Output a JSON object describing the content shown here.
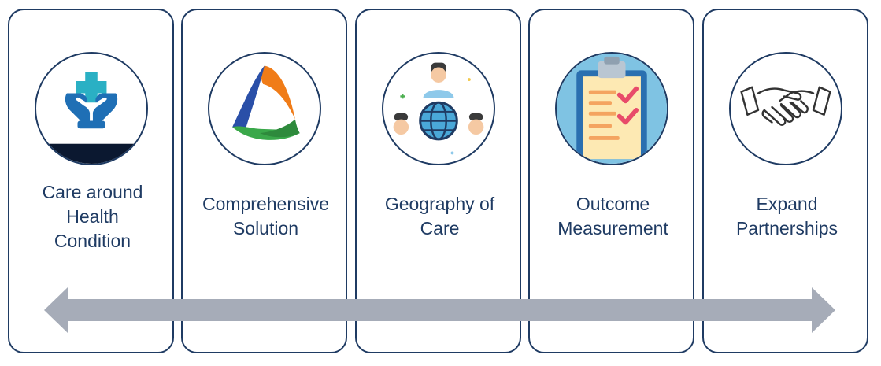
{
  "colors": {
    "border": "#1f3b63",
    "text": "#1f3b63",
    "arrow": "#a6acb8"
  },
  "stages": [
    {
      "icon": "care-hands-cross-icon",
      "lines": [
        "Care around",
        "Health",
        "Condition"
      ]
    },
    {
      "icon": "triangle-swirl-logo-icon",
      "lines": [
        "Comprehensive",
        "Solution"
      ]
    },
    {
      "icon": "globe-people-icon",
      "lines": [
        "Geography of",
        "Care"
      ]
    },
    {
      "icon": "clipboard-checklist-icon",
      "lines": [
        "Outcome",
        "Measurement"
      ]
    },
    {
      "icon": "handshake-icon",
      "lines": [
        "Expand",
        "Partnerships"
      ]
    }
  ]
}
